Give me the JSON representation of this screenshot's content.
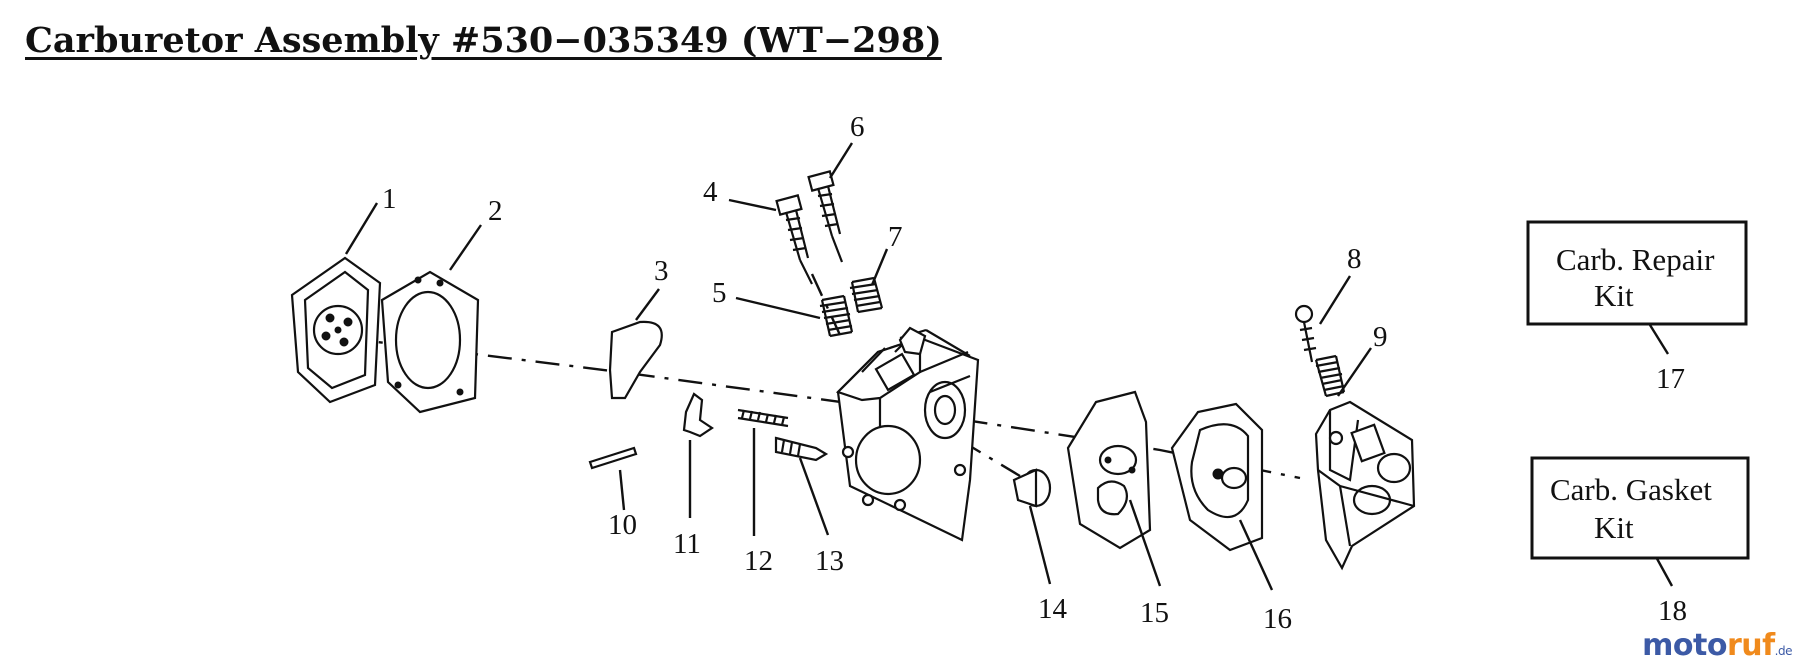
{
  "title": "Carburetor Assembly #530−035349 (WT−298)",
  "part_numbers": [
    "1",
    "2",
    "3",
    "4",
    "5",
    "6",
    "7",
    "8",
    "9",
    "10",
    "11",
    "12",
    "13",
    "14",
    "15",
    "16",
    "17",
    "18"
  ],
  "kits": [
    {
      "line1": "Carb. Repair",
      "line2": "Kit",
      "number": "17"
    },
    {
      "line1": "Carb. Gasket",
      "line2": "Kit",
      "number": "18"
    }
  ],
  "watermark": {
    "part1": "moto",
    "part2": "ruf",
    "part3": ".de"
  }
}
